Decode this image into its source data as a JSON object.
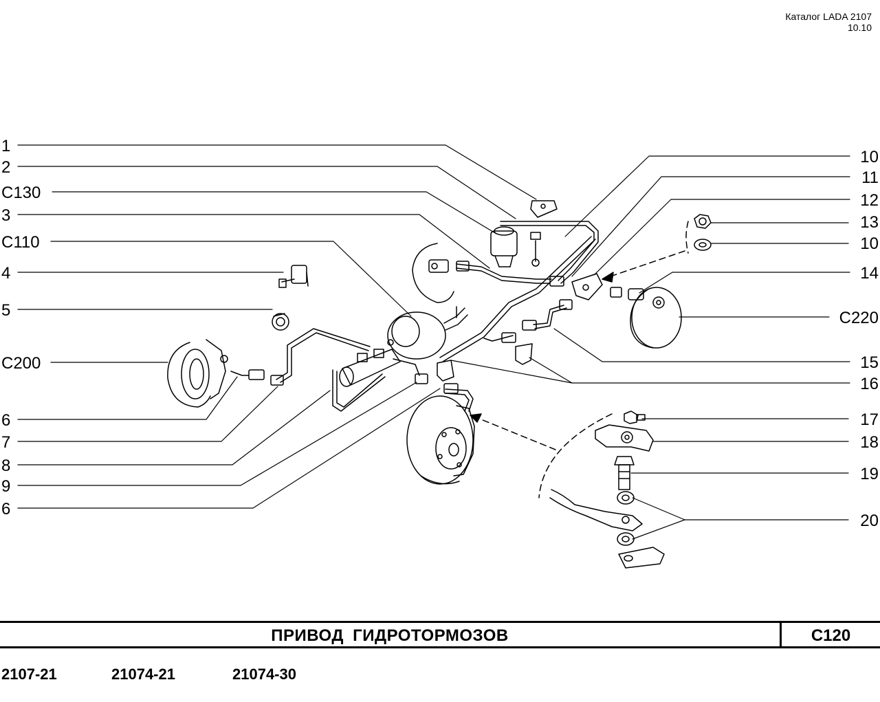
{
  "header": {
    "catalog": "Каталог LADA 2107",
    "date": "10.10"
  },
  "callouts": {
    "left": [
      "1",
      "2",
      "C130",
      "3",
      "C110",
      "4",
      "5",
      "C200",
      "6",
      "7",
      "8",
      "9",
      "6"
    ],
    "right": [
      "10",
      "11",
      "12",
      "13",
      "10",
      "14",
      "C220",
      "15",
      "16",
      "17",
      "18",
      "19",
      "20"
    ]
  },
  "footer": {
    "title": "ПРИВОД   ГИДРОТОРМОЗОВ",
    "code": "C120",
    "models": [
      "2107-21",
      "21074-21",
      "21074-30"
    ]
  }
}
